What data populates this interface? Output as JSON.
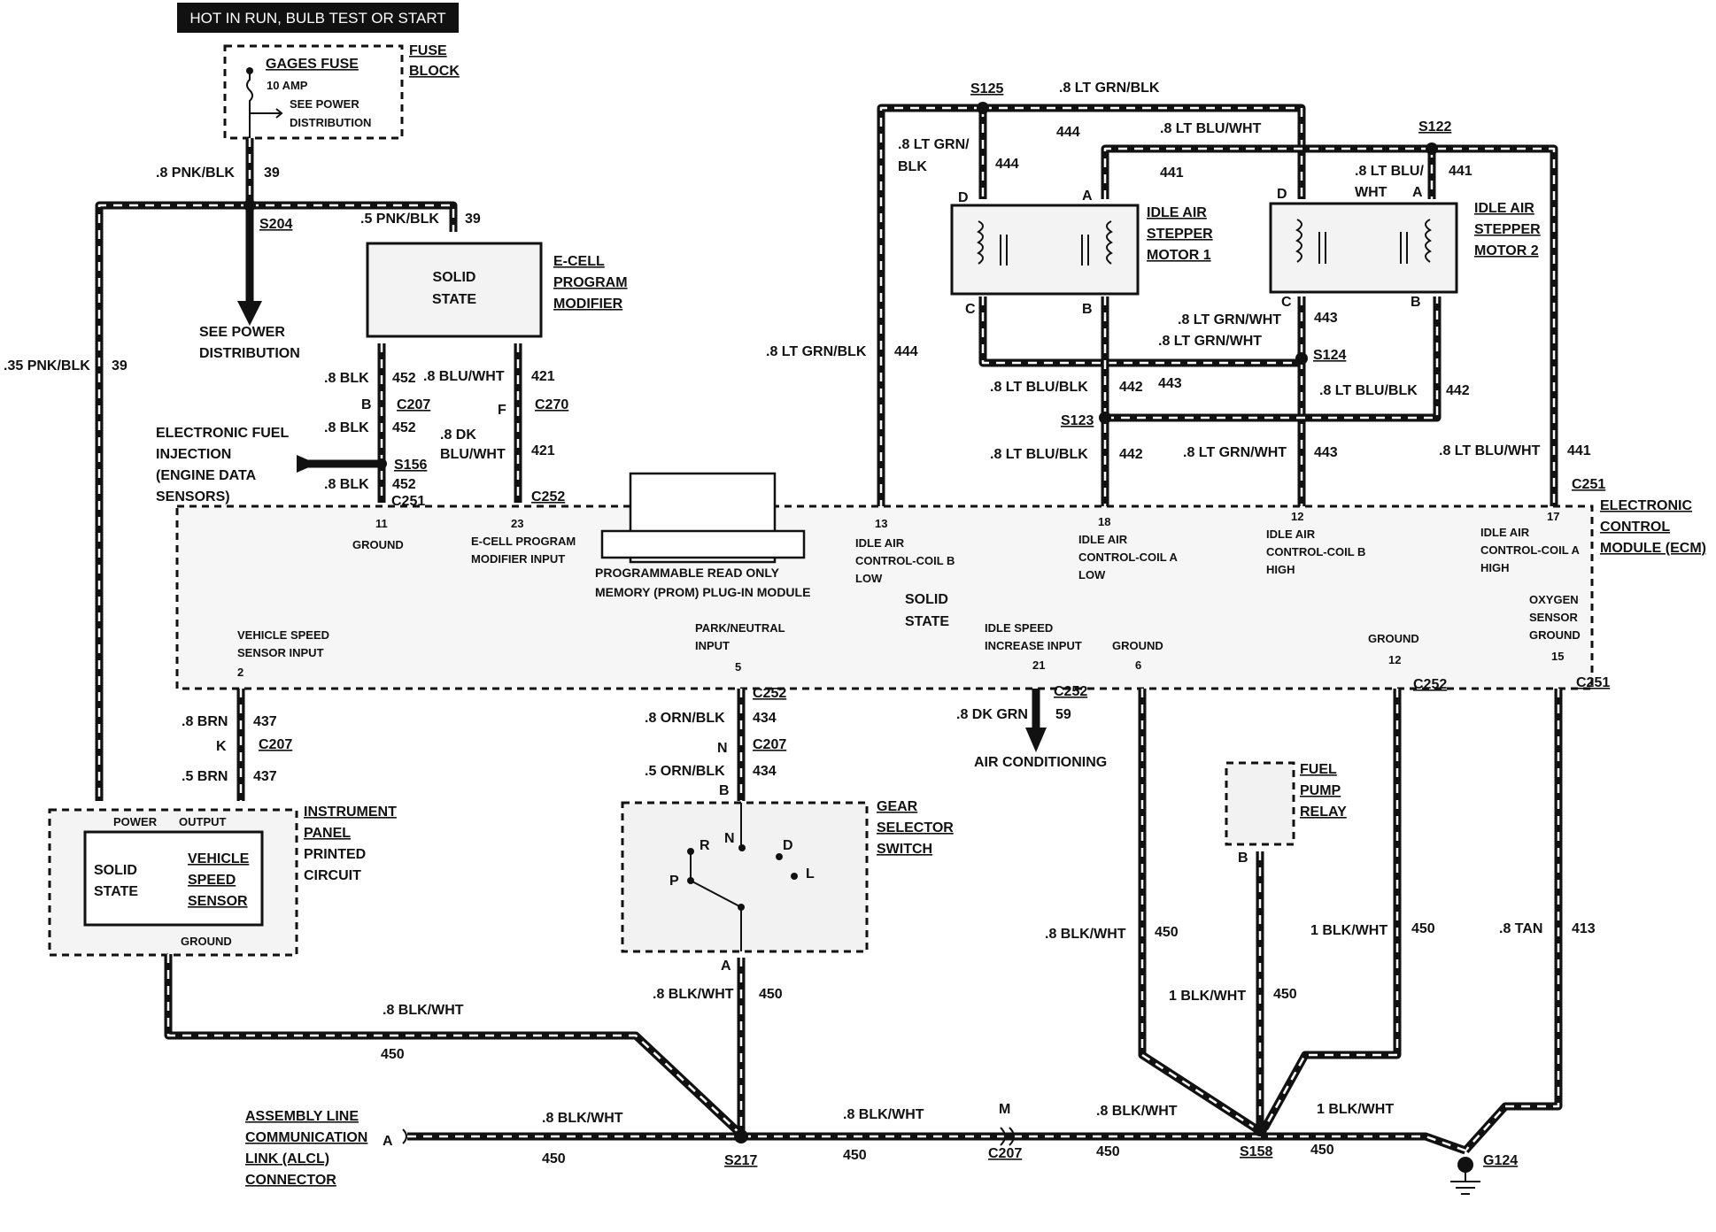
{
  "header": {
    "title": "HOT IN RUN, BULB TEST OR START"
  },
  "fuse": {
    "name": "GAGES FUSE",
    "rating": "10 AMP",
    "note_line1": "SEE POWER",
    "note_line2": "DISTRIBUTION",
    "block_line1": "FUSE",
    "block_line2": "BLOCK"
  },
  "power": {
    "wire_top": ".8 PNK/BLK",
    "circuit_top": "39",
    "splice": "S204",
    "wire_left": ".35 PNK/BLK",
    "circuit_left": "39",
    "wire_ecell": ".5 PNK/BLK",
    "circuit_ecell": "39",
    "see_power_1": "SEE POWER",
    "see_power_2": "DISTRIBUTION"
  },
  "ecell": {
    "body_1": "SOLID",
    "body_2": "STATE",
    "name_1": "E-CELL",
    "name_2": "PROGRAM",
    "name_3": "MODIFIER",
    "w1": ".8 BLK",
    "c1": "452",
    "w2": ".8 BLU/WHT",
    "c2": "421",
    "conn_b": "B",
    "conn_c207": "C207",
    "w3": ".8 BLK",
    "c3": "452",
    "conn_f": "F",
    "conn_c270": "C270",
    "w4a": ".8 DK",
    "w4b": "BLU/WHT",
    "c4": "421",
    "splice": "S156",
    "w5": ".8 BLK",
    "c5": "452",
    "conn_c251": "C251",
    "conn_c252": "C252"
  },
  "efi": {
    "line1": "ELECTRONIC FUEL",
    "line2": "INJECTION",
    "line3": "(ENGINE DATA",
    "line4": "SENSORS)"
  },
  "ecm": {
    "name_1": "ELECTRONIC",
    "name_2": "CONTROL",
    "name_3": "MODULE (ECM)",
    "body_1": "SOLID",
    "body_2": "STATE",
    "prom_1": "PROGRAMMABLE READ ONLY",
    "prom_2": "MEMORY (PROM) PLUG-IN MODULE",
    "conn_c251": "C251",
    "pins": {
      "p11": "11",
      "p11_label": "GROUND",
      "p23": "23",
      "p23_l1": "E-CELL PROGRAM",
      "p23_l2": "MODIFIER INPUT",
      "p13": "13",
      "p13_l1": "IDLE AIR",
      "p13_l2": "CONTROL-COIL B",
      "p13_l3": "LOW",
      "p18": "18",
      "p18_l1": "IDLE AIR",
      "p18_l2": "CONTROL-COIL A",
      "p18_l3": "LOW",
      "p12a": "12",
      "p12a_l1": "IDLE AIR",
      "p12a_l2": "CONTROL-COIL B",
      "p12a_l3": "HIGH",
      "p17": "17",
      "p17_l1": "IDLE AIR",
      "p17_l2": "CONTROL-COIL A",
      "p17_l3": "HIGH",
      "p2": "2",
      "p2_l1": "VEHICLE SPEED",
      "p2_l2": "SENSOR INPUT",
      "p5": "5",
      "p5_l1": "PARK/NEUTRAL",
      "p5_l2": "INPUT",
      "p21": "21",
      "p21_l1": "IDLE SPEED",
      "p21_l2": "INCREASE INPUT",
      "p6": "6",
      "p6_l1": "GROUND",
      "p12b": "12",
      "p12b_l1": "GROUND",
      "p15": "15",
      "p15_l1": "OXYGEN",
      "p15_l2": "SENSOR",
      "p15_l3": "GROUND"
    }
  },
  "iac": {
    "s125": "S125",
    "s125_wire": ".8 LT GRN/BLK",
    "c444a": "444",
    "w_blu_wht_top": ".8 LT BLU/WHT",
    "w_ltgrn_blk_1": ".8 LT GRN/",
    "w_ltgrn_blk_2": "BLK",
    "c444b": "444",
    "c441a": "441",
    "s122": "S122",
    "w_ltblu_1": ".8 LT BLU/",
    "w_ltblu_2": "WHT",
    "c441b": "441",
    "m1_1": "IDLE AIR",
    "m1_2": "STEPPER",
    "m1_3": "MOTOR 1",
    "m2_1": "IDLE AIR",
    "m2_2": "STEPPER",
    "m2_3": "MOTOR 2",
    "pin_d": "D",
    "pin_a": "A",
    "pin_c": "C",
    "pin_b": "B",
    "w_left": ".8 LT GRN/BLK",
    "c_left": "444",
    "w_grn_wht_1": ".8 LT GRN/WHT",
    "w_grn_wht_2": ".8 LT GRN/WHT",
    "c443a": "443",
    "s124": "S124",
    "w_blublk_1": ".8 LT BLU/BLK",
    "c442a": "442",
    "c443b": "443",
    "w_blublk_2": ".8 LT BLU/BLK",
    "c442b": "442",
    "s123": "S123",
    "w_blublk_3": ".8 LT BLU/BLK",
    "c442c": "442",
    "w_grn_wht_3": ".8 LT GRN/WHT",
    "c443c": "443",
    "w_blu_wht_r": ".8 LT BLU/WHT",
    "c441c": "441"
  },
  "ipc": {
    "name_1": "INSTRUMENT",
    "name_2": "PANEL",
    "name_3": "PRINTED",
    "name_4": "CIRCUIT",
    "power": "POWER",
    "output": "OUTPUT",
    "ground": "GROUND",
    "solid_1": "SOLID",
    "solid_2": "STATE",
    "vss_1": "VEHICLE",
    "vss_2": "SPEED",
    "vss_3": "SENSOR",
    "w1": ".8 BRN",
    "c1": "437",
    "conn_k": "K",
    "conn_c207": "C207",
    "w2": ".5 BRN",
    "c2": "437"
  },
  "gear": {
    "name_1": "GEAR",
    "name_2": "SELECTOR",
    "name_3": "SWITCH",
    "conn_c252": "C252",
    "w1": ".8 ORN/BLK",
    "c1": "434",
    "conn_n": "N",
    "conn_c207": "C207",
    "w2": ".5 ORN/BLK",
    "c2": "434",
    "pin_b": "B",
    "pin_a": "A",
    "pos_r": "R",
    "pos_n": "N",
    "pos_d": "D",
    "pos_p": "P",
    "pos_l": "L",
    "w3": ".8 BLK/WHT",
    "c3": "450"
  },
  "ac": {
    "conn_c252": "C252",
    "wire": ".8 DK GRN",
    "circuit": "59",
    "label": "AIR CONDITIONING"
  },
  "relay": {
    "name_1": "FUEL",
    "name_2": "PUMP",
    "name_3": "RELAY",
    "pin_b": "B"
  },
  "grounds": {
    "conn_c252": "C252",
    "conn_c251": "C251",
    "w_6": ".8 BLK/WHT",
    "c_6": "450",
    "w_12": "1 BLK/WHT",
    "c_12": "450",
    "w_15": ".8 TAN",
    "c_15": "413",
    "w_relay": "1 BLK/WHT",
    "c_relay": "450"
  },
  "bottom": {
    "alcl_1": "ASSEMBLY LINE",
    "alcl_2": "COMMUNICATION",
    "alcl_3": "LINK (ALCL)",
    "alcl_4": "CONNECTOR",
    "alcl_pin": "A",
    "w_ipc": ".8 BLK/WHT",
    "c_ipc": "450",
    "w_alcl": ".8 BLK/WHT",
    "c_alcl": "450",
    "s217": "S217",
    "w_mid": ".8 BLK/WHT",
    "c_mid": "450",
    "conn_m": "M",
    "conn_c207": "C207",
    "w_s158": ".8 BLK/WHT",
    "c_s158": "450",
    "s158": "S158",
    "w_g124": "1 BLK/WHT",
    "c_g124": "450",
    "g124": "G124"
  }
}
